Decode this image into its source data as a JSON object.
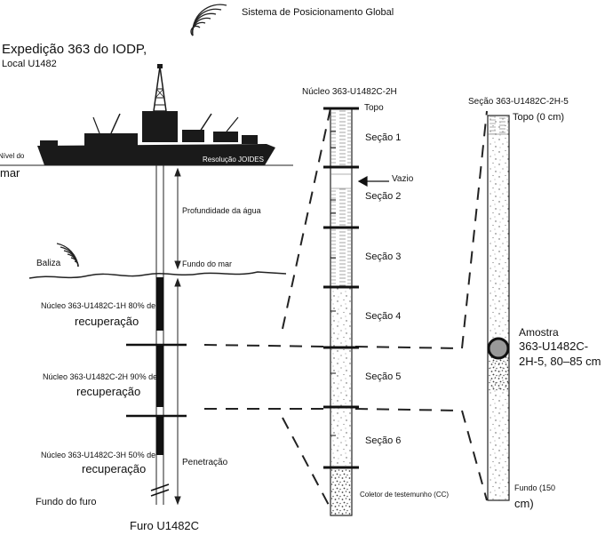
{
  "gps_label": "Sistema de Posicionamento Global",
  "expedition_title": "Expedição 363 do IODP,",
  "expedition_site": "Local U1482",
  "sea_level_small": "Nível do",
  "sea_level_big": "mar",
  "ship_name": "Resolução JOIDES",
  "water_depth_label": "Profundidade da água",
  "seafloor_label": "Fundo do mar",
  "beacon_label": "Baliza",
  "cores": [
    {
      "small": "Núcleo 363-U1482C-1H 80% de",
      "big": "recuperação",
      "recovery_pct": 80
    },
    {
      "small": "Núcleo 363-U1482C-2H 90% de",
      "big": "recuperação",
      "recovery_pct": 90
    },
    {
      "small": "Núcleo 363-U1482C-3H 50% de",
      "big": "recuperação",
      "recovery_pct": 50
    }
  ],
  "penetration_label": "Penetração",
  "hole_bottom_label": "Fundo do furo",
  "hole_name": "Furo U1482C",
  "core_title": "Núcleo 363-U1482C-2H",
  "core_top_label": "Topo",
  "void_label": "Vazio",
  "sections": [
    "Seção 1",
    "Seção 2",
    "Seção 3",
    "Seção 4",
    "Seção 5",
    "Seção 6"
  ],
  "core_catcher_label": "Coletor de testemunho (CC)",
  "section_title": "Seção 363-U1482C-2H-5",
  "section_top_label": "Topo (0 cm)",
  "sample_label": "Amostra",
  "sample_id_line1": "363-U1482C-",
  "sample_id_line2": "2H-5, 80–85 cm",
  "section_bottom_small": "Fundo (150",
  "section_bottom_big": "cm)"
}
